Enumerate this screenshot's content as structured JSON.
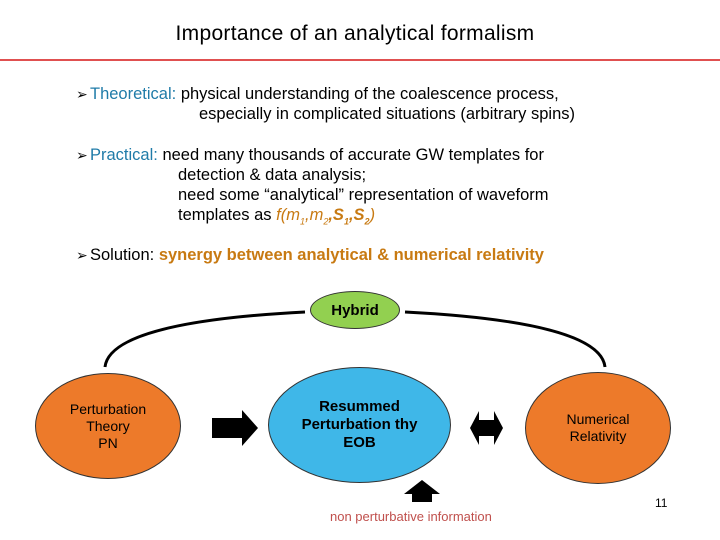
{
  "slide": {
    "title": "Importance of an analytical formalism",
    "page_number": "11"
  },
  "bullets": {
    "theoretical": {
      "label": "Theoretical:",
      "line1": "physical understanding of the coalescence process,",
      "line2": "especially in complicated situations (arbitrary spins)"
    },
    "practical": {
      "label": "Practical:",
      "line1": "need many thousands of accurate GW templates for",
      "line2": "detection & data analysis;",
      "line3": "need some “analytical” representation of waveform",
      "line4_prefix": "templates as",
      "formula_f": "f(m",
      "formula_sub1": "1",
      "formula_comma1": ",m",
      "formula_sub2": "2",
      "formula_comma2": ",S",
      "formula_sub3": "1",
      "formula_comma3": ",S",
      "formula_sub4": "2",
      "formula_close": ")"
    },
    "solution": {
      "label": "Solution:",
      "text": "synergy between analytical & numerical relativity"
    }
  },
  "diagram": {
    "hybrid": "Hybrid",
    "pn": {
      "line1": "Perturbation",
      "line2": "Theory",
      "line3": "PN"
    },
    "eob": {
      "line1": "Resummed",
      "line2": "Perturbation thy",
      "line3": "EOB"
    },
    "nr": {
      "line1": "Numerical",
      "line2": "Relativity"
    },
    "non_perturbative": "non perturbative information"
  },
  "colors": {
    "rule": "#e05050",
    "label_blue": "#1f7ba8",
    "accent_orange": "#c87a12",
    "hybrid_green": "#92d050",
    "node_orange": "#ed7a2a",
    "node_blue": "#3fb7e8",
    "info_red": "#c0504d"
  },
  "icons": {
    "bullet": "arrowhead-bullet-icon",
    "right_arrow": "right-arrow-icon",
    "double_arrow": "left-right-arrow-icon",
    "up_arrow": "up-arrow-icon"
  }
}
